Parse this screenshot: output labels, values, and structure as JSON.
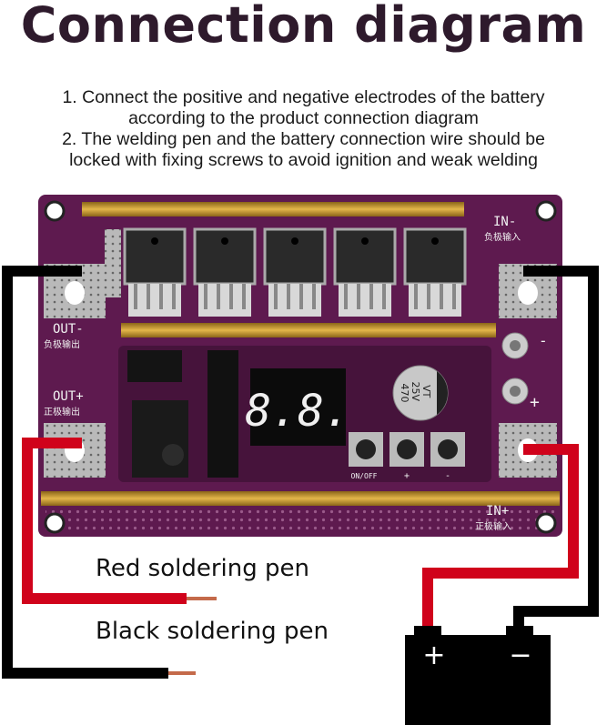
{
  "title": "Connection diagram",
  "instructions": [
    "1. Connect the positive and negative electrodes of the battery",
    "according to the product connection diagram",
    "2. The welding pen and the battery connection wire should be",
    "locked with fixing screws to avoid ignition and weak welding"
  ],
  "board": {
    "in_neg": "IN-",
    "in_neg_cn": "负极输入",
    "out_neg": "OUT-",
    "out_neg_cn": "负极输出",
    "out_pos": "OUT+",
    "out_pos_cn": "正极输出",
    "in_pos": "IN+",
    "in_pos_cn": "正极输入",
    "display": "8.8.",
    "capacitor": [
      "VT",
      "25V",
      "470"
    ],
    "buttons": [
      "ON/OFF",
      "+",
      "-"
    ],
    "terminal_neg": "-",
    "terminal_pos": "+"
  },
  "pens": {
    "red": "Red soldering pen",
    "black": "Black soldering pen"
  },
  "battery": {
    "positive": "+",
    "negative": "−"
  },
  "colors": {
    "board": "#5e1a4f",
    "red_wire": "#d0021b",
    "black_wire": "#000000",
    "title": "#2e1a2c",
    "copper_bar": "#c99a2e"
  }
}
